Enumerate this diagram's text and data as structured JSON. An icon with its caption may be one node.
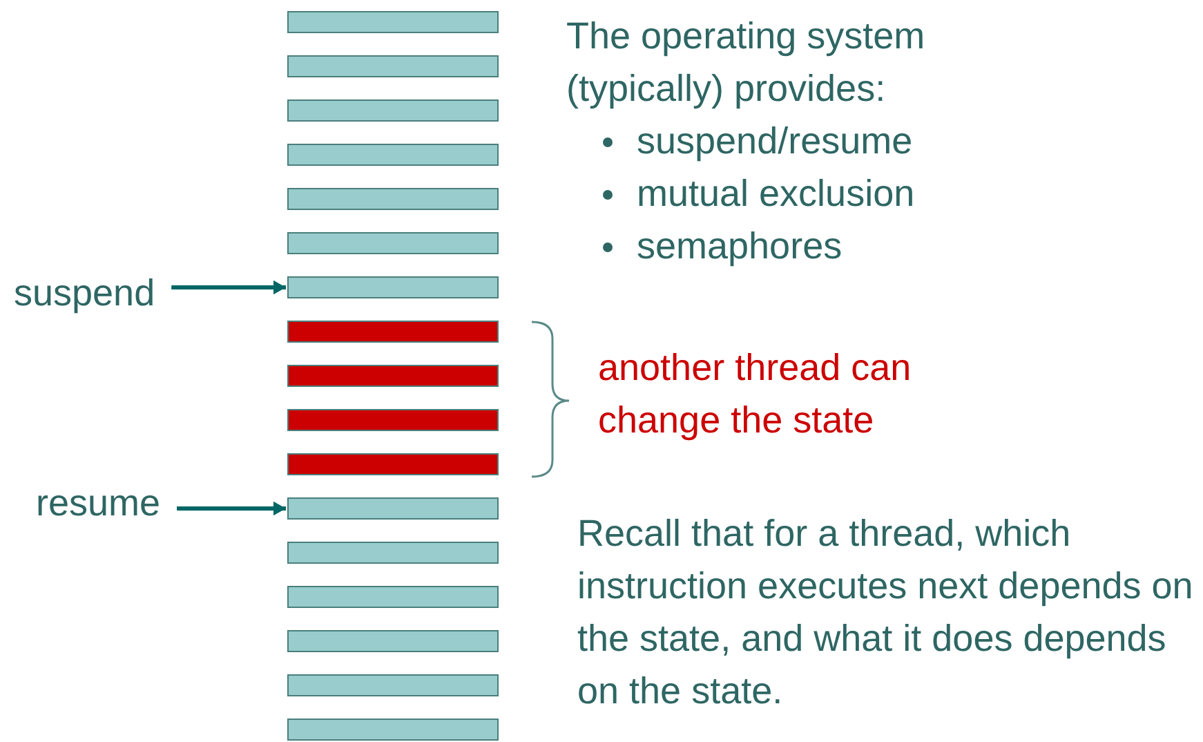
{
  "diagram": {
    "nodes": [
      {
        "text": [],
        "shape": "bar"
      },
      {
        "text": [],
        "shape": "bar"
      },
      {
        "text": [],
        "shape": "bar"
      },
      {
        "text": [],
        "shape": "bar"
      },
      {
        "text": [],
        "shape": "bar"
      },
      {
        "text": [],
        "shape": "bar"
      },
      {
        "text": [],
        "shape": "bar"
      },
      {
        "text": [],
        "shape": "bar"
      },
      {
        "text": [],
        "shape": "bar"
      },
      {
        "text": [],
        "shape": "bar"
      },
      {
        "text": [],
        "shape": "bar"
      },
      {
        "text": [],
        "shape": "bar"
      },
      {
        "text": [],
        "shape": "bar"
      },
      {
        "text": [],
        "shape": "bar"
      },
      {
        "text": [],
        "shape": "bar"
      },
      {
        "text": [],
        "shape": "bar"
      },
      {
        "text": [],
        "shape": "bar"
      },
      {
        "text": [
          "suspend"
        ]
      },
      {
        "text": [
          "resume"
        ]
      }
    ],
    "edges": [
      {
        "from": 17,
        "to": 6,
        "arrow": "to"
      },
      {
        "from": 18,
        "to": 11,
        "arrow": "to"
      }
    ],
    "labels": [
      "The operating system (typically) provides:",
      "suspend/resume",
      "mutual exclusion",
      "semaphores",
      "another thread can change the state",
      "Recall that for a thread, which instruction executes next depends on the state, and what it does depends on the state."
    ]
  }
}
